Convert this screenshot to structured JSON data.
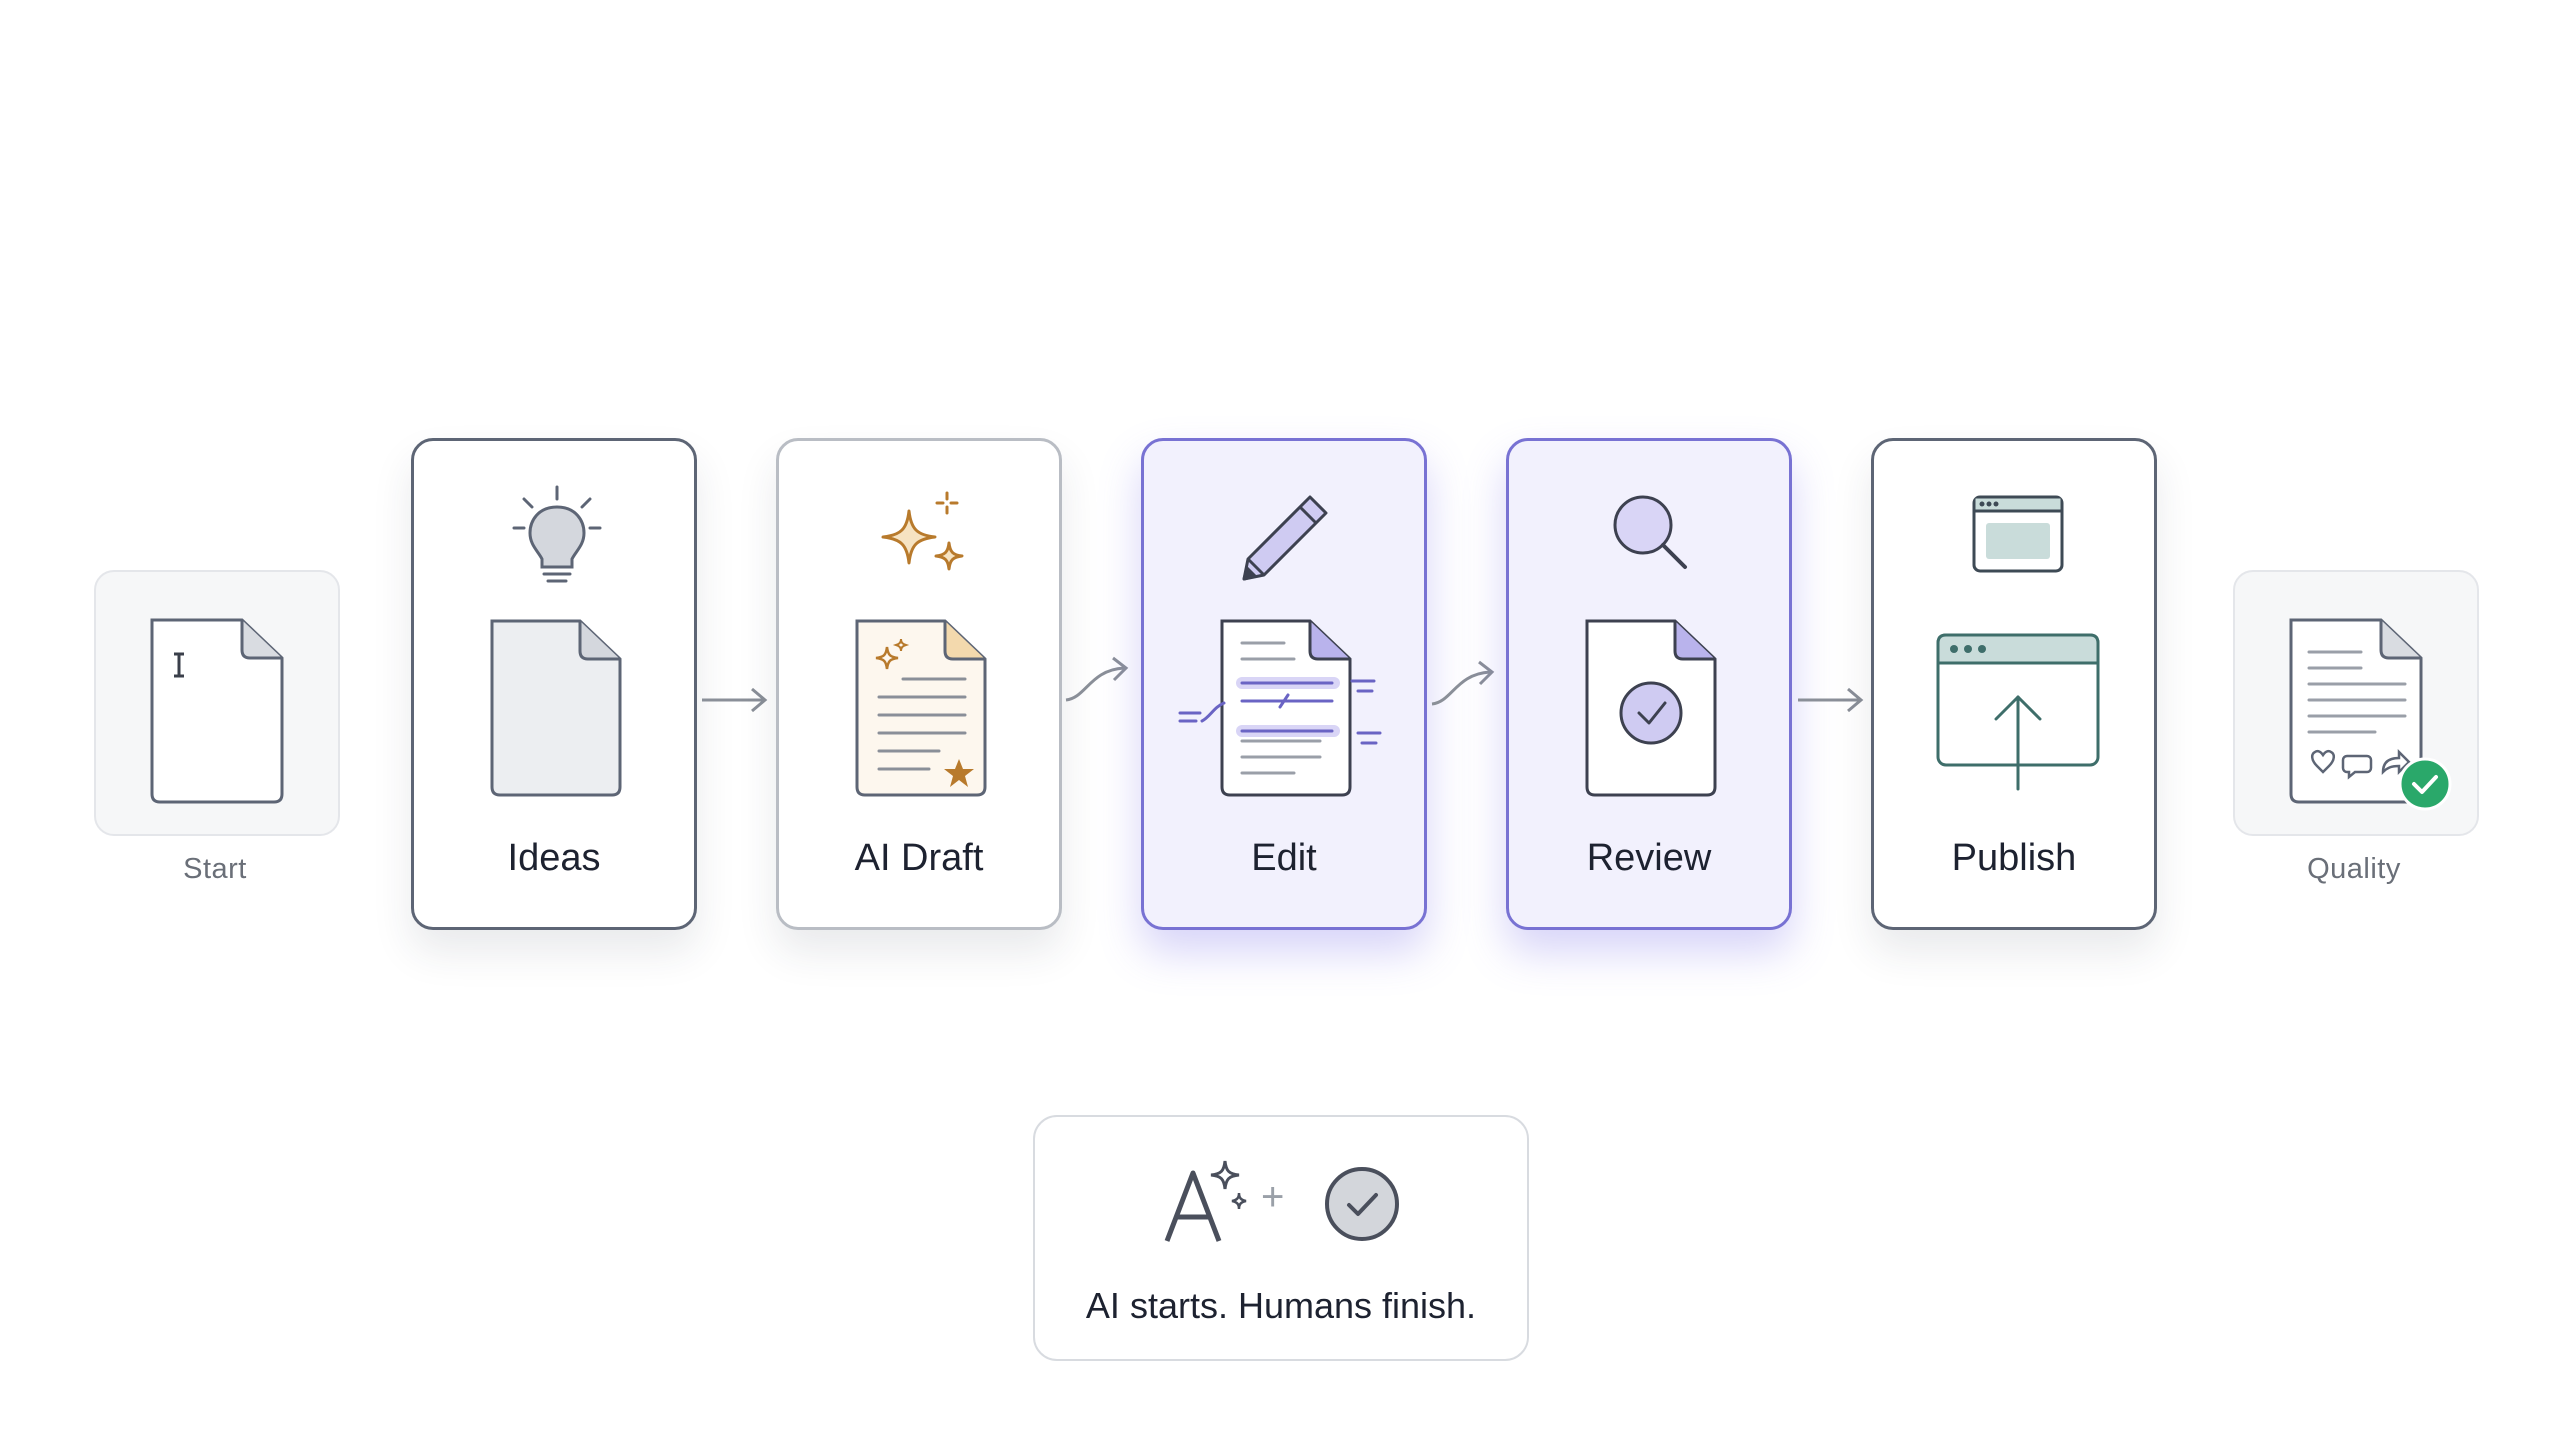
{
  "start": {
    "label": "Start"
  },
  "quality": {
    "label": "Quality"
  },
  "steps": [
    {
      "label": "Ideas",
      "icon": "lightbulb-icon",
      "highlighted": false
    },
    {
      "label": "AI Draft",
      "icon": "sparkles-icon",
      "highlighted": false
    },
    {
      "label": "Edit",
      "icon": "pencil-icon",
      "highlighted": true
    },
    {
      "label": "Review",
      "icon": "magnifier-icon",
      "highlighted": true
    },
    {
      "label": "Publish",
      "icon": "browser-window-icon",
      "highlighted": false
    }
  ],
  "caption": {
    "text": "AI starts. Humans finish.",
    "plus": "+"
  },
  "colors": {
    "stroke": "#5d6575",
    "accent_purple": "#7872d3",
    "accent_gold": "#b87a2c",
    "accent_teal": "#3e6e6a",
    "success_green": "#2aa86a"
  }
}
